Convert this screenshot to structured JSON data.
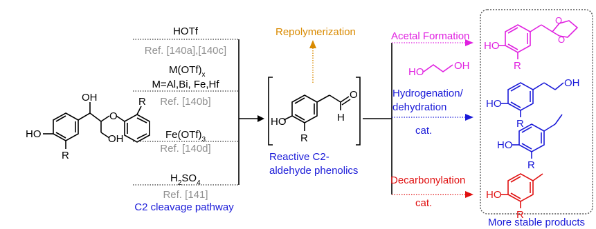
{
  "catalysts": [
    {
      "reagent": "HOTf",
      "ref": "Ref. [140a],[140c]"
    },
    {
      "reagent_main": "M(OTf)",
      "reagent_sub": "x",
      "reagent_line2": "M=Al,Bi, Fe,Hf",
      "ref": "Ref. [140b]"
    },
    {
      "reagent_main": "Fe(OTf)",
      "reagent_sub": "3",
      "ref": "Ref. [140d]"
    },
    {
      "reagent_main": "H",
      "reagent_sub": "2",
      "reagent_tail": "SO",
      "reagent_sub2": "4",
      "ref": "Ref. [141]"
    }
  ],
  "pathway_label": "C2 cleavage pathway",
  "intermediate": {
    "line1": "Reactive C2-",
    "line2": "aldehyde phenolics"
  },
  "repolymerization": "Repolymerization",
  "routes": {
    "acetal": {
      "label": "Acetal Formation",
      "reagent": "HO∕∖OH"
    },
    "hydro": {
      "line1": "Hydrogenation/",
      "line2": "dehydration",
      "cat": "cat."
    },
    "decarb": {
      "label": "Decarbonylation",
      "cat": "cat."
    }
  },
  "products_label": "More stable products",
  "atoms": {
    "OH": "OH",
    "O": "O",
    "R": "R",
    "HO": "HO",
    "H": "H"
  },
  "colors": {
    "magenta": "#e020e0",
    "blue": "#1a1ad8",
    "red": "#e01010",
    "orange": "#d98a00",
    "gray": "#909090",
    "black": "#000000"
  }
}
